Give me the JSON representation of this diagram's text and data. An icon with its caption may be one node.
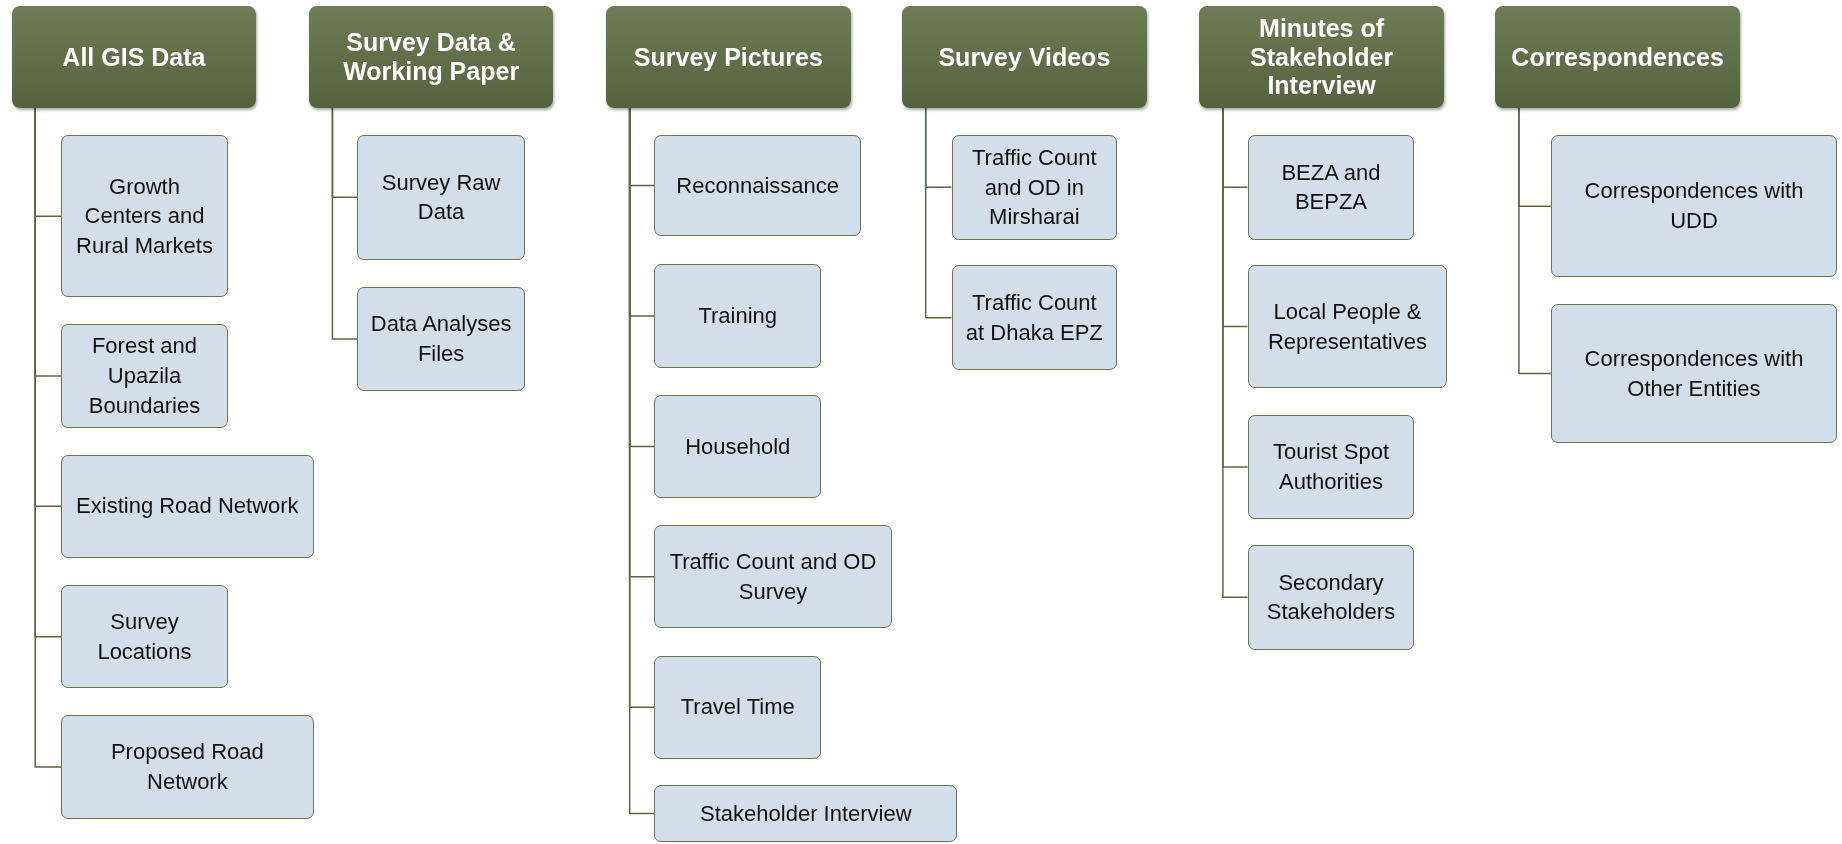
{
  "diagram": {
    "nodes": [
      {
        "text": [
          "All GIS Data"
        ]
      },
      {
        "text": [
          "Growth Centers and Rural Markets"
        ]
      },
      {
        "text": [
          "Forest and Upazila Boundaries"
        ]
      },
      {
        "text": [
          "Existing Road Network"
        ]
      },
      {
        "text": [
          "Survey Locations"
        ]
      },
      {
        "text": [
          "Proposed Road Network"
        ]
      },
      {
        "text": [
          "Survey Data & Working Paper"
        ]
      },
      {
        "text": [
          "Survey Raw Data"
        ]
      },
      {
        "text": [
          "Data Analyses Files"
        ]
      },
      {
        "text": [
          "Survey Pictures"
        ]
      },
      {
        "text": [
          "Reconnaissance"
        ]
      },
      {
        "text": [
          "Training"
        ]
      },
      {
        "text": [
          "Household"
        ]
      },
      {
        "text": [
          "Traffic Count and OD Survey"
        ]
      },
      {
        "text": [
          "Travel Time"
        ]
      },
      {
        "text": [
          "Stakeholder Interview"
        ]
      },
      {
        "text": [
          "Survey Videos"
        ]
      },
      {
        "text": [
          "Traffic Count and OD in Mirsharai"
        ]
      },
      {
        "text": [
          "Traffic Count at Dhaka EPZ"
        ]
      },
      {
        "text": [
          "Minutes of Stakeholder Interview"
        ]
      },
      {
        "text": [
          "BEZA and BEPZA"
        ]
      },
      {
        "text": [
          "Local People & Representatives"
        ]
      },
      {
        "text": [
          "Tourist Spot Authorities"
        ]
      },
      {
        "text": [
          "Secondary Stakeholders"
        ]
      },
      {
        "text": [
          "Correspondences"
        ]
      },
      {
        "text": [
          "Correspondences with UDD"
        ]
      },
      {
        "text": [
          "Correspondences with Other Entities"
        ]
      }
    ],
    "edges": [
      {
        "from": 0,
        "to": 1,
        "arrow": "none"
      },
      {
        "from": 0,
        "to": 2,
        "arrow": "none"
      },
      {
        "from": 0,
        "to": 3,
        "arrow": "none"
      },
      {
        "from": 0,
        "to": 4,
        "arrow": "none"
      },
      {
        "from": 0,
        "to": 5,
        "arrow": "none"
      },
      {
        "from": 6,
        "to": 7,
        "arrow": "none"
      },
      {
        "from": 6,
        "to": 8,
        "arrow": "none"
      },
      {
        "from": 9,
        "to": 10,
        "arrow": "none"
      },
      {
        "from": 9,
        "to": 11,
        "arrow": "none"
      },
      {
        "from": 9,
        "to": 12,
        "arrow": "none"
      },
      {
        "from": 9,
        "to": 13,
        "arrow": "none"
      },
      {
        "from": 9,
        "to": 14,
        "arrow": "none"
      },
      {
        "from": 9,
        "to": 15,
        "arrow": "none"
      },
      {
        "from": 16,
        "to": 17,
        "arrow": "none"
      },
      {
        "from": 16,
        "to": 18,
        "arrow": "none"
      },
      {
        "from": 19,
        "to": 20,
        "arrow": "none"
      },
      {
        "from": 19,
        "to": 21,
        "arrow": "none"
      },
      {
        "from": 19,
        "to": 22,
        "arrow": "none"
      },
      {
        "from": 19,
        "to": 23,
        "arrow": "none"
      },
      {
        "from": 24,
        "to": 25,
        "arrow": "none"
      },
      {
        "from": 24,
        "to": 26,
        "arrow": "none"
      }
    ]
  }
}
